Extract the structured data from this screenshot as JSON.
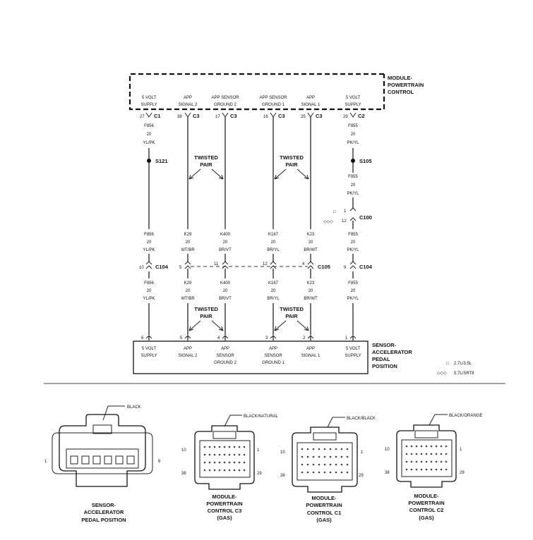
{
  "pcm": {
    "title_lines": [
      "MODULE-",
      "POWERTRAIN",
      "CONTROL"
    ],
    "pins": [
      {
        "name": [
          "5 VOLT",
          "SUPPLY"
        ],
        "pin": "27",
        "conn": "C1"
      },
      {
        "name": [
          "APP",
          "SIGNAL 2"
        ],
        "pin": "38",
        "conn": "C3"
      },
      {
        "name": [
          "APP SENSOR",
          "GROUND 2"
        ],
        "pin": "17",
        "conn": "C3"
      },
      {
        "name": [
          "APP SENSOR",
          "GROUND 1"
        ],
        "pin": "16",
        "conn": "C3"
      },
      {
        "name": [
          "APP",
          "SIGNAL 1"
        ],
        "pin": "25",
        "conn": "C3"
      },
      {
        "name": [
          "5 VOLT",
          "SUPPLY"
        ],
        "pin": "29",
        "conn": "C2"
      }
    ]
  },
  "wires_upper": [
    [
      "F856",
      "20",
      "YL/PK"
    ],
    [
      "F855",
      "20",
      "PK/YL"
    ]
  ],
  "splices": [
    {
      "label": "S121"
    },
    {
      "label": "S105"
    }
  ],
  "wire_below_splice": [
    "F855",
    "20",
    "PK/YL"
  ],
  "twisted_pair_labels": [
    "TWISTED",
    "PAIR"
  ],
  "c100": {
    "label": "C100",
    "pin_top": "1",
    "pin_bottom": "12",
    "mark_top": "□",
    "mark_bottom": "◇◇◇"
  },
  "wires_mid": [
    [
      "F856",
      "20",
      "YL/PK"
    ],
    [
      "K29",
      "20",
      "WT/BR"
    ],
    [
      "K400",
      "20",
      "BR/VT"
    ],
    [
      "K167",
      "20",
      "BR/YL"
    ],
    [
      "K23",
      "20",
      "BR/WT"
    ],
    [
      "F855",
      "20",
      "PK/YL"
    ]
  ],
  "inline_connectors": [
    {
      "pin": "10",
      "label": "C104"
    },
    {
      "pin": "5"
    },
    {
      "pin": "11"
    },
    {
      "pin": "12"
    },
    {
      "pin": "4",
      "label": "C105"
    },
    {
      "pin": "9",
      "label": "C104"
    }
  ],
  "wires_lower": [
    [
      "F856",
      "20",
      "YL/PK"
    ],
    [
      "K29",
      "20",
      "WT/BR"
    ],
    [
      "K400",
      "20",
      "BR/VT"
    ],
    [
      "K167",
      "20",
      "BR/YL"
    ],
    [
      "K23",
      "20",
      "BR/WT"
    ],
    [
      "F855",
      "20",
      "PK/YL"
    ]
  ],
  "sensor": {
    "title_lines": [
      "SENSOR-",
      "ACCELERATOR",
      "PEDAL",
      "POSITION"
    ],
    "pins": [
      {
        "num": "6",
        "name": [
          "5 VOLT",
          "SUPPLY"
        ]
      },
      {
        "num": "5",
        "name": [
          "APP",
          "SIGNAL 2"
        ]
      },
      {
        "num": "4",
        "name": [
          "APP",
          "SENSOR",
          "GROUND 2"
        ]
      },
      {
        "num": "3",
        "name": [
          "APP",
          "SENSOR",
          "GROUND 1"
        ]
      },
      {
        "num": "2",
        "name": [
          "APP",
          "SIGNAL 1"
        ]
      },
      {
        "num": "1",
        "name": [
          "5 VOLT",
          "SUPPLY"
        ]
      }
    ]
  },
  "legend": [
    {
      "mark": "□",
      "text": "2.7L/3.5L"
    },
    {
      "mark": "◇◇◇",
      "text": "5.7L/SRT8"
    }
  ],
  "connector_views": [
    {
      "color": "BLACK",
      "pin_left": "1",
      "pin_right": "6",
      "caption": [
        "SENSOR-",
        "ACCELERATOR",
        "PEDAL POSITION"
      ]
    },
    {
      "color": "BLACK/NATURAL",
      "pin_tl": "10",
      "pin_tr": "1",
      "pin_bl": "38",
      "pin_br": "29",
      "caption": [
        "MODULE-",
        "POWERTRAIN",
        "CONTROL C3",
        "(GAS)"
      ]
    },
    {
      "color": "BLACK/BLACK",
      "pin_tl": "10",
      "pin_tr": "1",
      "pin_bl": "38",
      "pin_br": "29",
      "caption": [
        "MODULE-",
        "POWERTRAIN",
        "CONTROL C1",
        "(GAS)"
      ]
    },
    {
      "color": "BLACK/ORANGE",
      "pin_tl": "10",
      "pin_tr": "1",
      "pin_bl": "38",
      "pin_br": "29",
      "caption": [
        "MODULE-",
        "POWERTRAIN",
        "CONTROL C2",
        "(GAS)"
      ]
    }
  ]
}
